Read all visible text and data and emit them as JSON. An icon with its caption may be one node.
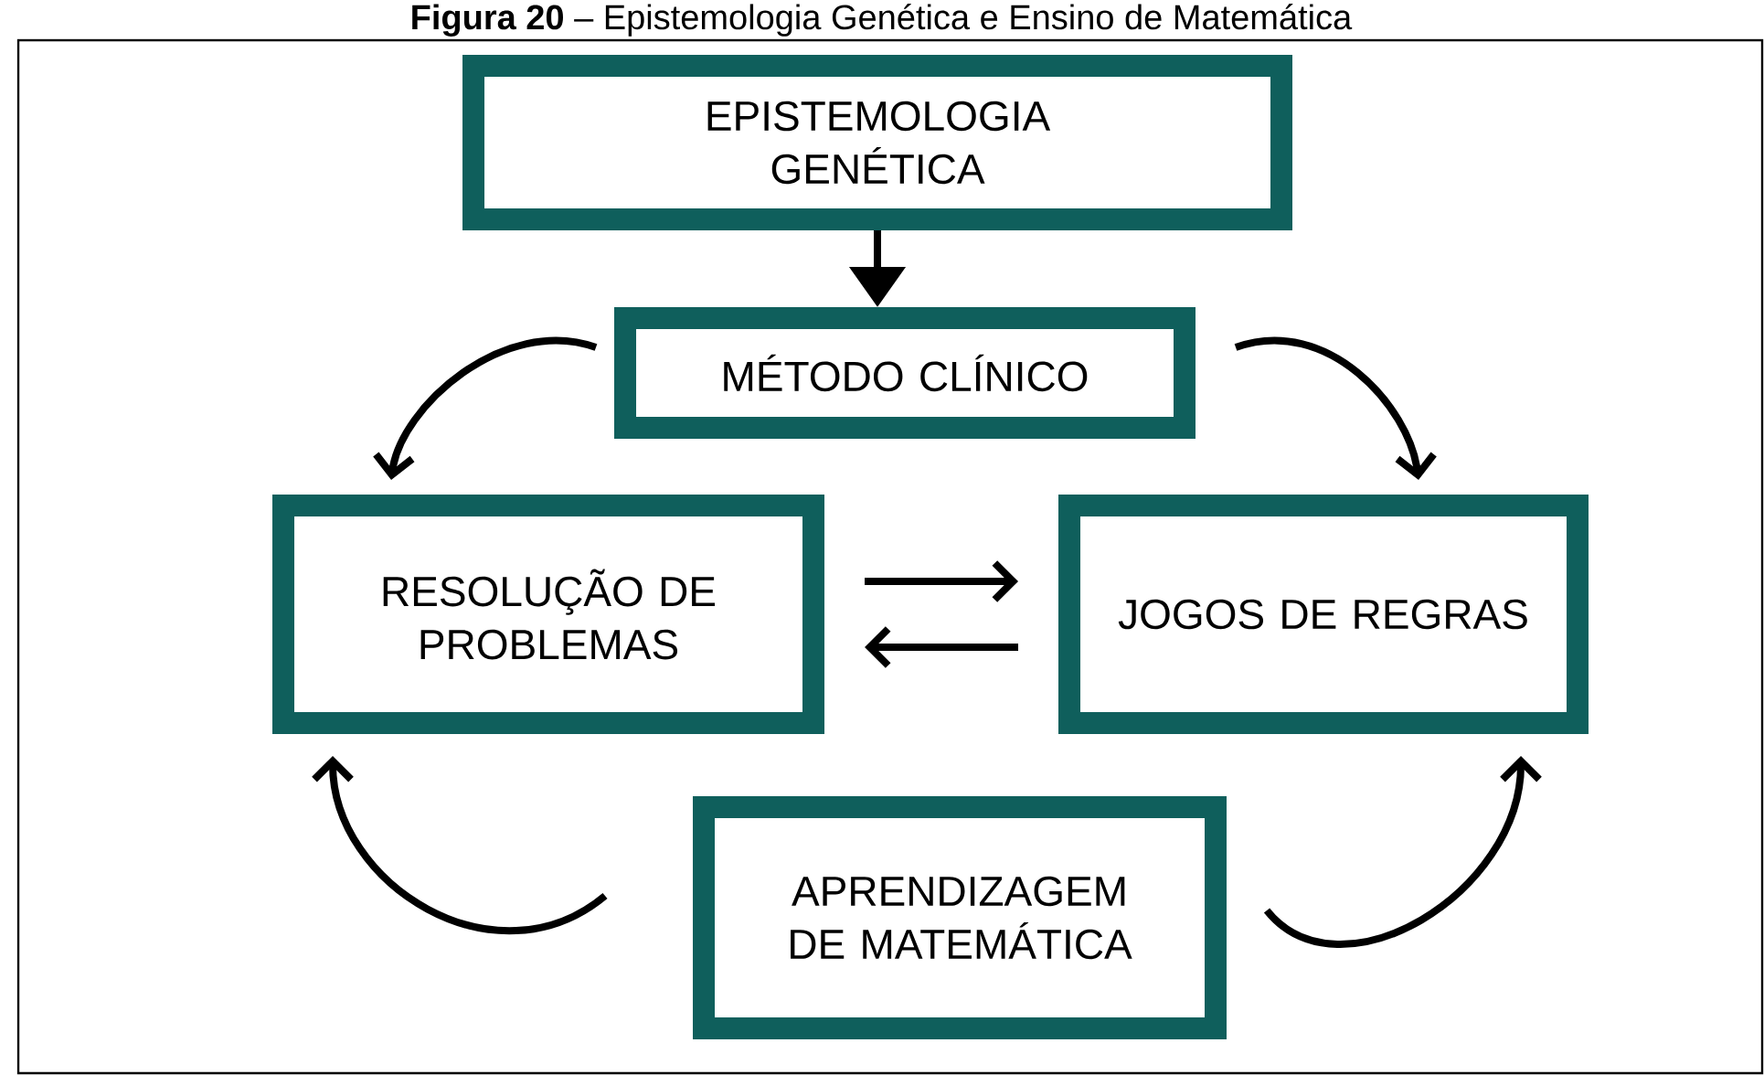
{
  "diagram": {
    "title": "**Figura 20** – Epistemologia Genética e Ensino de Matemática",
    "nodes": [
      {
        "text": [
          "EPISTEMOLOGIA GENÉTICA"
        ]
      },
      {
        "text": [
          "MÉTODO CLÍNICO"
        ]
      },
      {
        "text": [
          "RESOLUÇÃO DE PROBLEMAS"
        ]
      },
      {
        "text": [
          "JOGOS DE REGRAS"
        ]
      },
      {
        "text": [
          "APRENDIZAGEM DE MATEMÁTICA"
        ]
      }
    ],
    "edges": [
      {
        "from": 0,
        "to": 1,
        "arrow": "to"
      },
      {
        "from": 1,
        "to": 2,
        "arrow": "to"
      },
      {
        "from": 1,
        "to": 3,
        "arrow": "to"
      },
      {
        "from": 2,
        "to": 3,
        "arrow": "to"
      },
      {
        "from": 3,
        "to": 2,
        "arrow": "to"
      },
      {
        "from": 4,
        "to": 2,
        "arrow": "to"
      },
      {
        "from": 4,
        "to": 3,
        "arrow": "to"
      }
    ]
  }
}
